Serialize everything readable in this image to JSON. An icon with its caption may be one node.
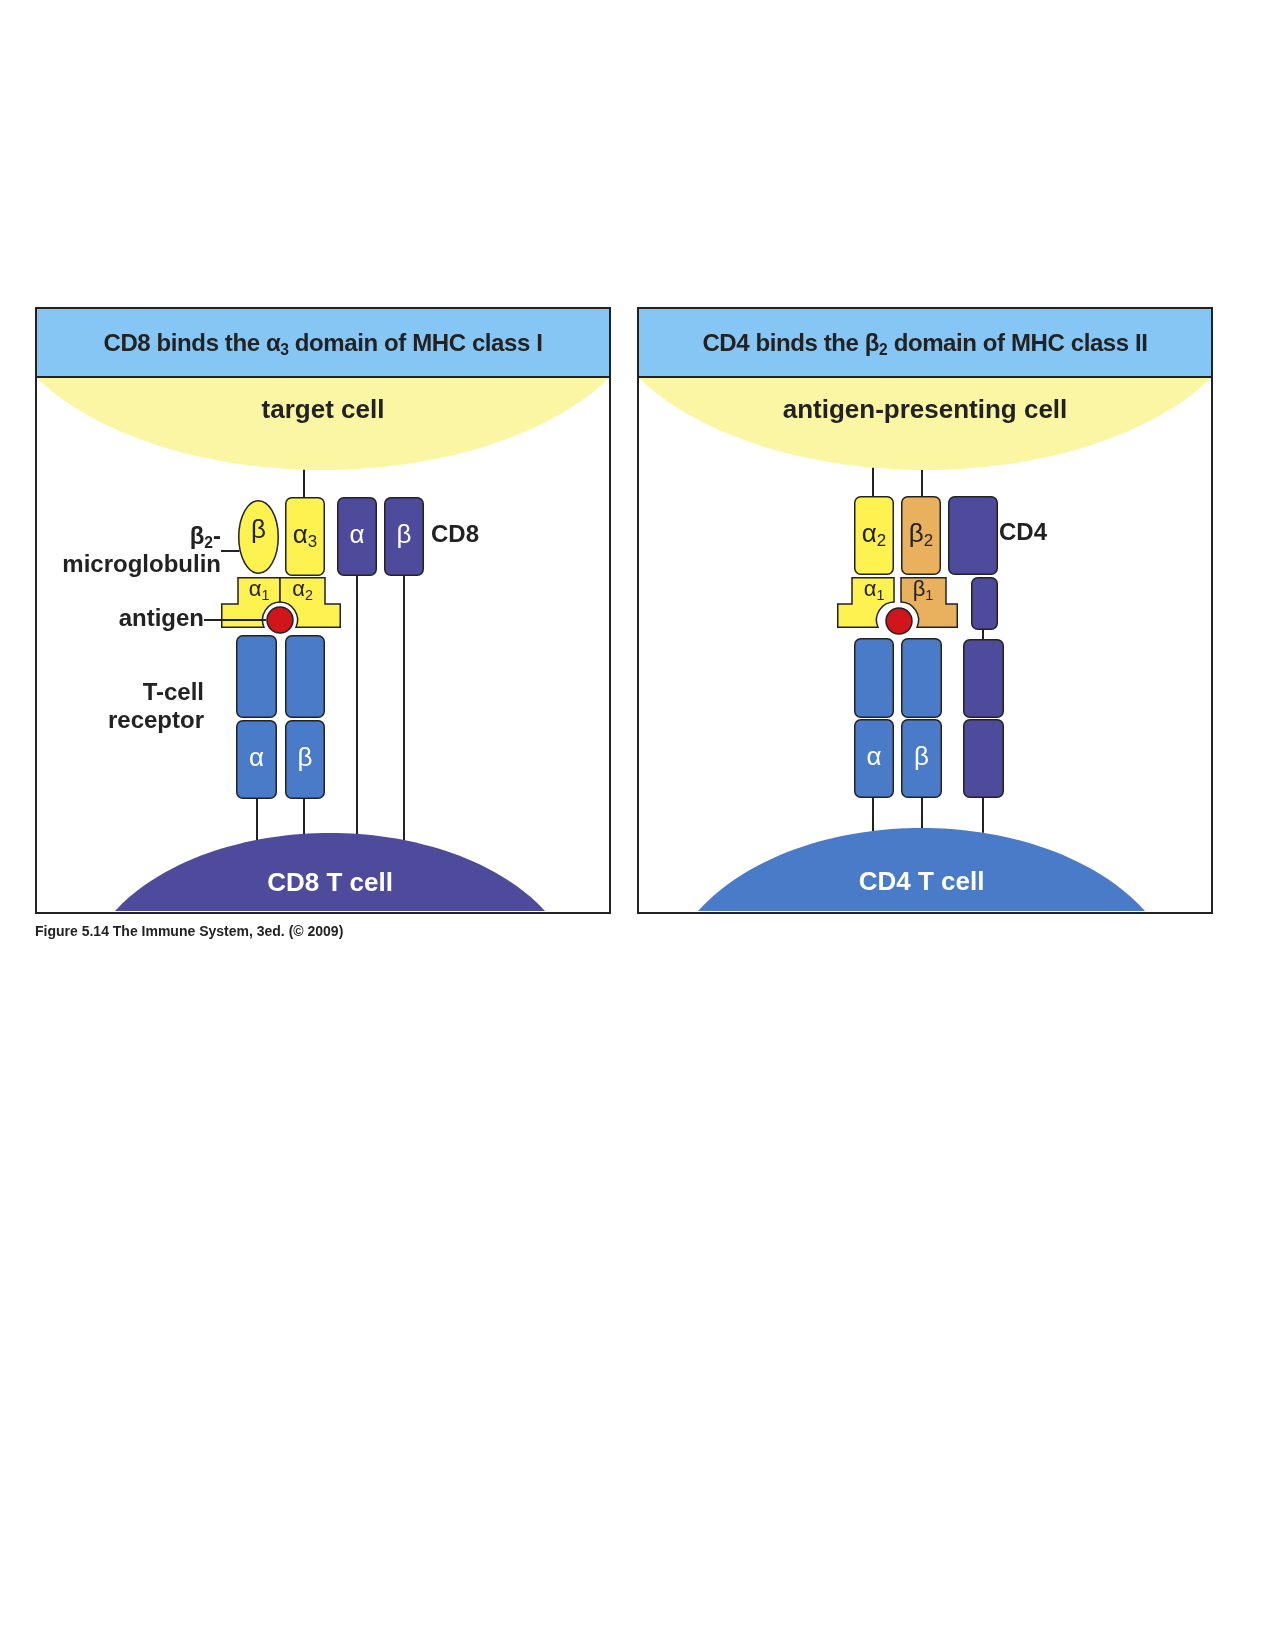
{
  "diagram": {
    "nodes": [
      {
        "text": [
          "CD8 binds the α$_{3}$ domain of MHC class I"
        ]
      },
      {
        "text": [
          "target cell"
        ],
        "in": 0
      },
      {
        "text": [
          "β"
        ],
        "in": 0
      },
      {
        "text": [
          "α$_{3}$"
        ],
        "in": 0
      },
      {
        "text": [
          "α"
        ],
        "in": 0
      },
      {
        "text": [
          "β"
        ],
        "in": 0
      },
      {
        "text": [
          "α$_{1}$"
        ],
        "in": 0
      },
      {
        "text": [
          "α$_{2}$"
        ],
        "in": 0
      },
      {
        "text": [],
        "shape": "circle",
        "in": 0
      },
      {
        "text": [],
        "shape": "box",
        "in": 0
      },
      {
        "text": [],
        "shape": "box",
        "in": 0
      },
      {
        "text": [
          "α"
        ],
        "in": 0
      },
      {
        "text": [
          "β"
        ],
        "in": 0
      },
      {
        "text": [
          "CD8 T cell"
        ],
        "in": 0
      },
      {
        "text": [
          "β$_{2}$- microglobulin"
        ],
        "in": 0
      },
      {
        "text": [
          "antigen"
        ],
        "in": 0
      },
      {
        "text": [
          "CD4 binds the β$_{2}$ domain of MHC class II"
        ]
      },
      {
        "text": [
          "antigen-presenting cell"
        ],
        "in": 16
      },
      {
        "text": [
          "α$_{2}$"
        ],
        "in": 16
      },
      {
        "text": [
          "β$_{2}$"
        ],
        "in": 16
      },
      {
        "text": [],
        "shape": "box",
        "in": 16
      },
      {
        "text": [
          "α$_{1}$"
        ],
        "in": 16
      },
      {
        "text": [
          "β$_{1}$"
        ],
        "in": 16
      },
      {
        "text": [],
        "shape": "box",
        "in": 16
      },
      {
        "text": [],
        "shape": "circle",
        "in": 16
      },
      {
        "text": [],
        "shape": "box",
        "in": 16
      },
      {
        "text": [],
        "shape": "box",
        "in": 16
      },
      {
        "text": [],
        "shape": "box",
        "in": 16
      },
      {
        "text": [
          "α"
        ],
        "in": 16
      },
      {
        "text": [
          "β"
        ],
        "in": 16
      },
      {
        "text": [],
        "shape": "box",
        "in": 16
      },
      {
        "text": [
          "CD4 T cell"
        ],
        "in": 16
      }
    ],
    "edges": [
      {
        "from": 1,
        "to": 3,
        "arrow": "none"
      },
      {
        "from": 4,
        "to": 13,
        "arrow": "none"
      },
      {
        "from": 5,
        "to": 13,
        "arrow": "none"
      },
      {
        "from": 11,
        "to": 13,
        "arrow": "none"
      },
      {
        "from": 12,
        "to": 13,
        "arrow": "none"
      },
      {
        "from": 14,
        "to": 2,
        "arrow": "none"
      },
      {
        "from": 15,
        "to": 8,
        "arrow": "none"
      },
      {
        "from": 17,
        "to": 18,
        "arrow": "none"
      },
      {
        "from": 17,
        "to": 19,
        "arrow": "none"
      },
      {
        "from": 28,
        "to": 31,
        "arrow": "none"
      },
      {
        "from": 29,
        "to": 31,
        "arrow": "none"
      },
      {
        "from": 30,
        "to": 31,
        "arrow": "none"
      },
      {
        "from": 23,
        "to": 27,
        "arrow": "none"
      }
    ],
    "labels": [
      "CD8",
      "T-cell receptor",
      "CD4"
    ],
    "caption": "Figure 5.14 The Immune System, 3ed. (© 2009)"
  }
}
